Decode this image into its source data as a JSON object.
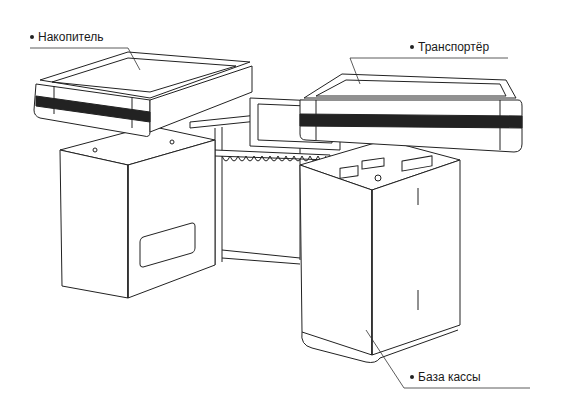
{
  "diagram": {
    "labels": [
      "Накопитель",
      "Транспортёр",
      "База кассы"
    ]
  }
}
